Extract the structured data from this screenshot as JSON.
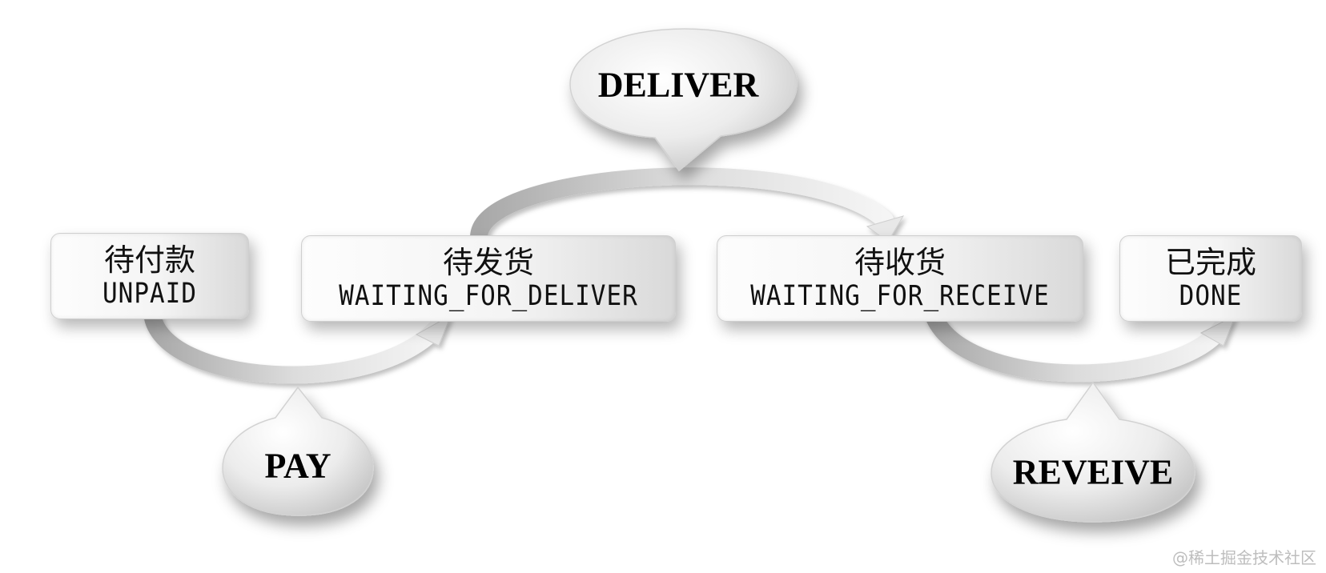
{
  "states": [
    {
      "id": "unpaid",
      "cn": "待付款",
      "en": "UNPAID"
    },
    {
      "id": "waiting-deliver",
      "cn": "待发货",
      "en": "WAITING_FOR_DELIVER"
    },
    {
      "id": "waiting-receive",
      "cn": "待收货",
      "en": "WAITING_FOR_RECEIVE"
    },
    {
      "id": "done",
      "cn": "已完成",
      "en": "DONE"
    }
  ],
  "transitions": [
    {
      "id": "pay",
      "label": "PAY",
      "from": "unpaid",
      "to": "waiting-deliver"
    },
    {
      "id": "deliver",
      "label": "DELIVER",
      "from": "waiting-deliver",
      "to": "waiting-receive"
    },
    {
      "id": "receive",
      "label": "REVEIVE",
      "from": "waiting-receive",
      "to": "done"
    }
  ],
  "watermark": "@稀土掘金技术社区"
}
